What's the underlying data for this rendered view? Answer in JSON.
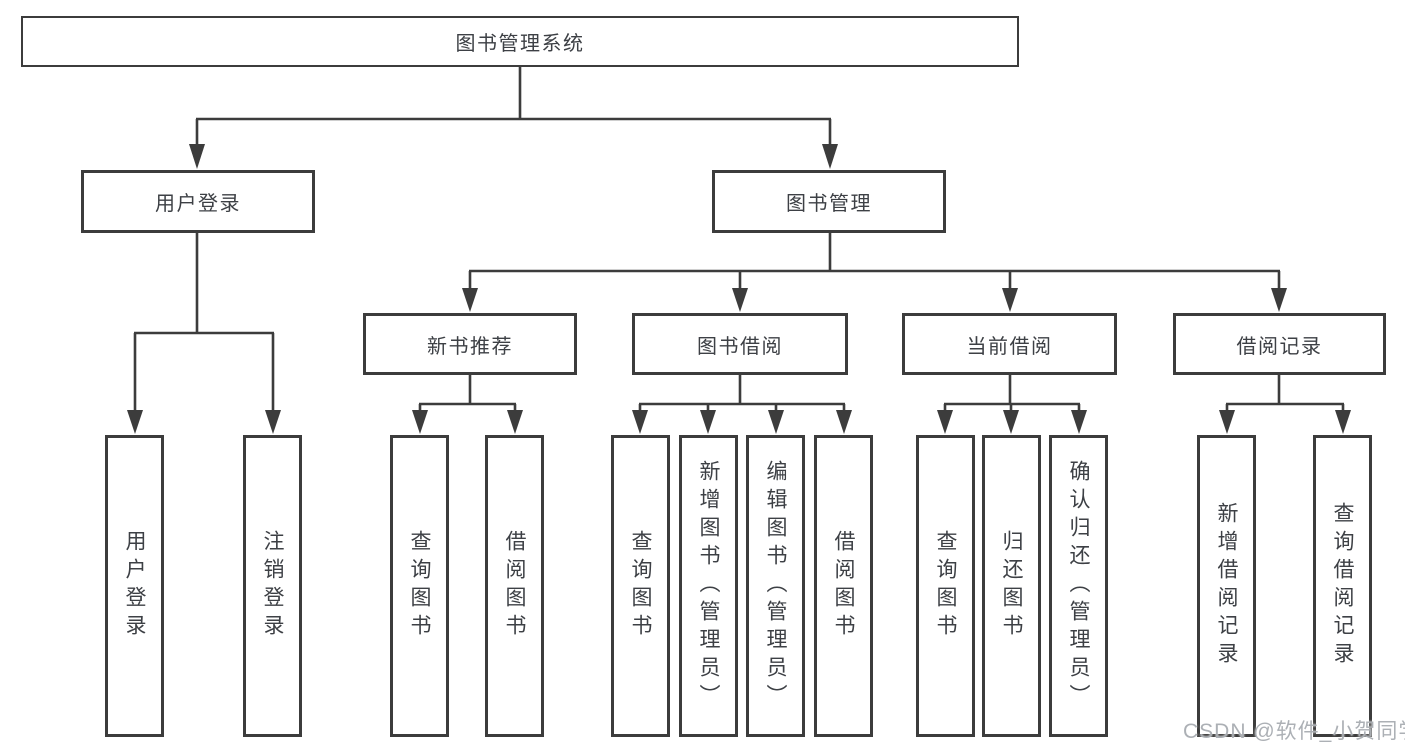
{
  "diagram": {
    "root": "图书管理系统",
    "user_login": {
      "label": "用户登录",
      "children": [
        "用户登录",
        "注销登录"
      ]
    },
    "book_mgmt": {
      "label": "图书管理",
      "sections": [
        {
          "label": "新书推荐",
          "children": [
            "查询图书",
            "借阅图书"
          ]
        },
        {
          "label": "图书借阅",
          "children": [
            "查询图书",
            "新增图书（管理员）",
            "编辑图书（管理员）",
            "借阅图书"
          ]
        },
        {
          "label": "当前借阅",
          "children": [
            "查询图书",
            "归还图书",
            "确认归还（管理员）"
          ]
        },
        {
          "label": "借阅记录",
          "children": [
            "新增借阅记录",
            "查询借阅记录"
          ]
        }
      ]
    }
  },
  "watermark": "CSDN @软件_小贺同学",
  "colors": {
    "line": "#3c3c3c",
    "text": "#3d4045",
    "background": "#ffffff"
  }
}
